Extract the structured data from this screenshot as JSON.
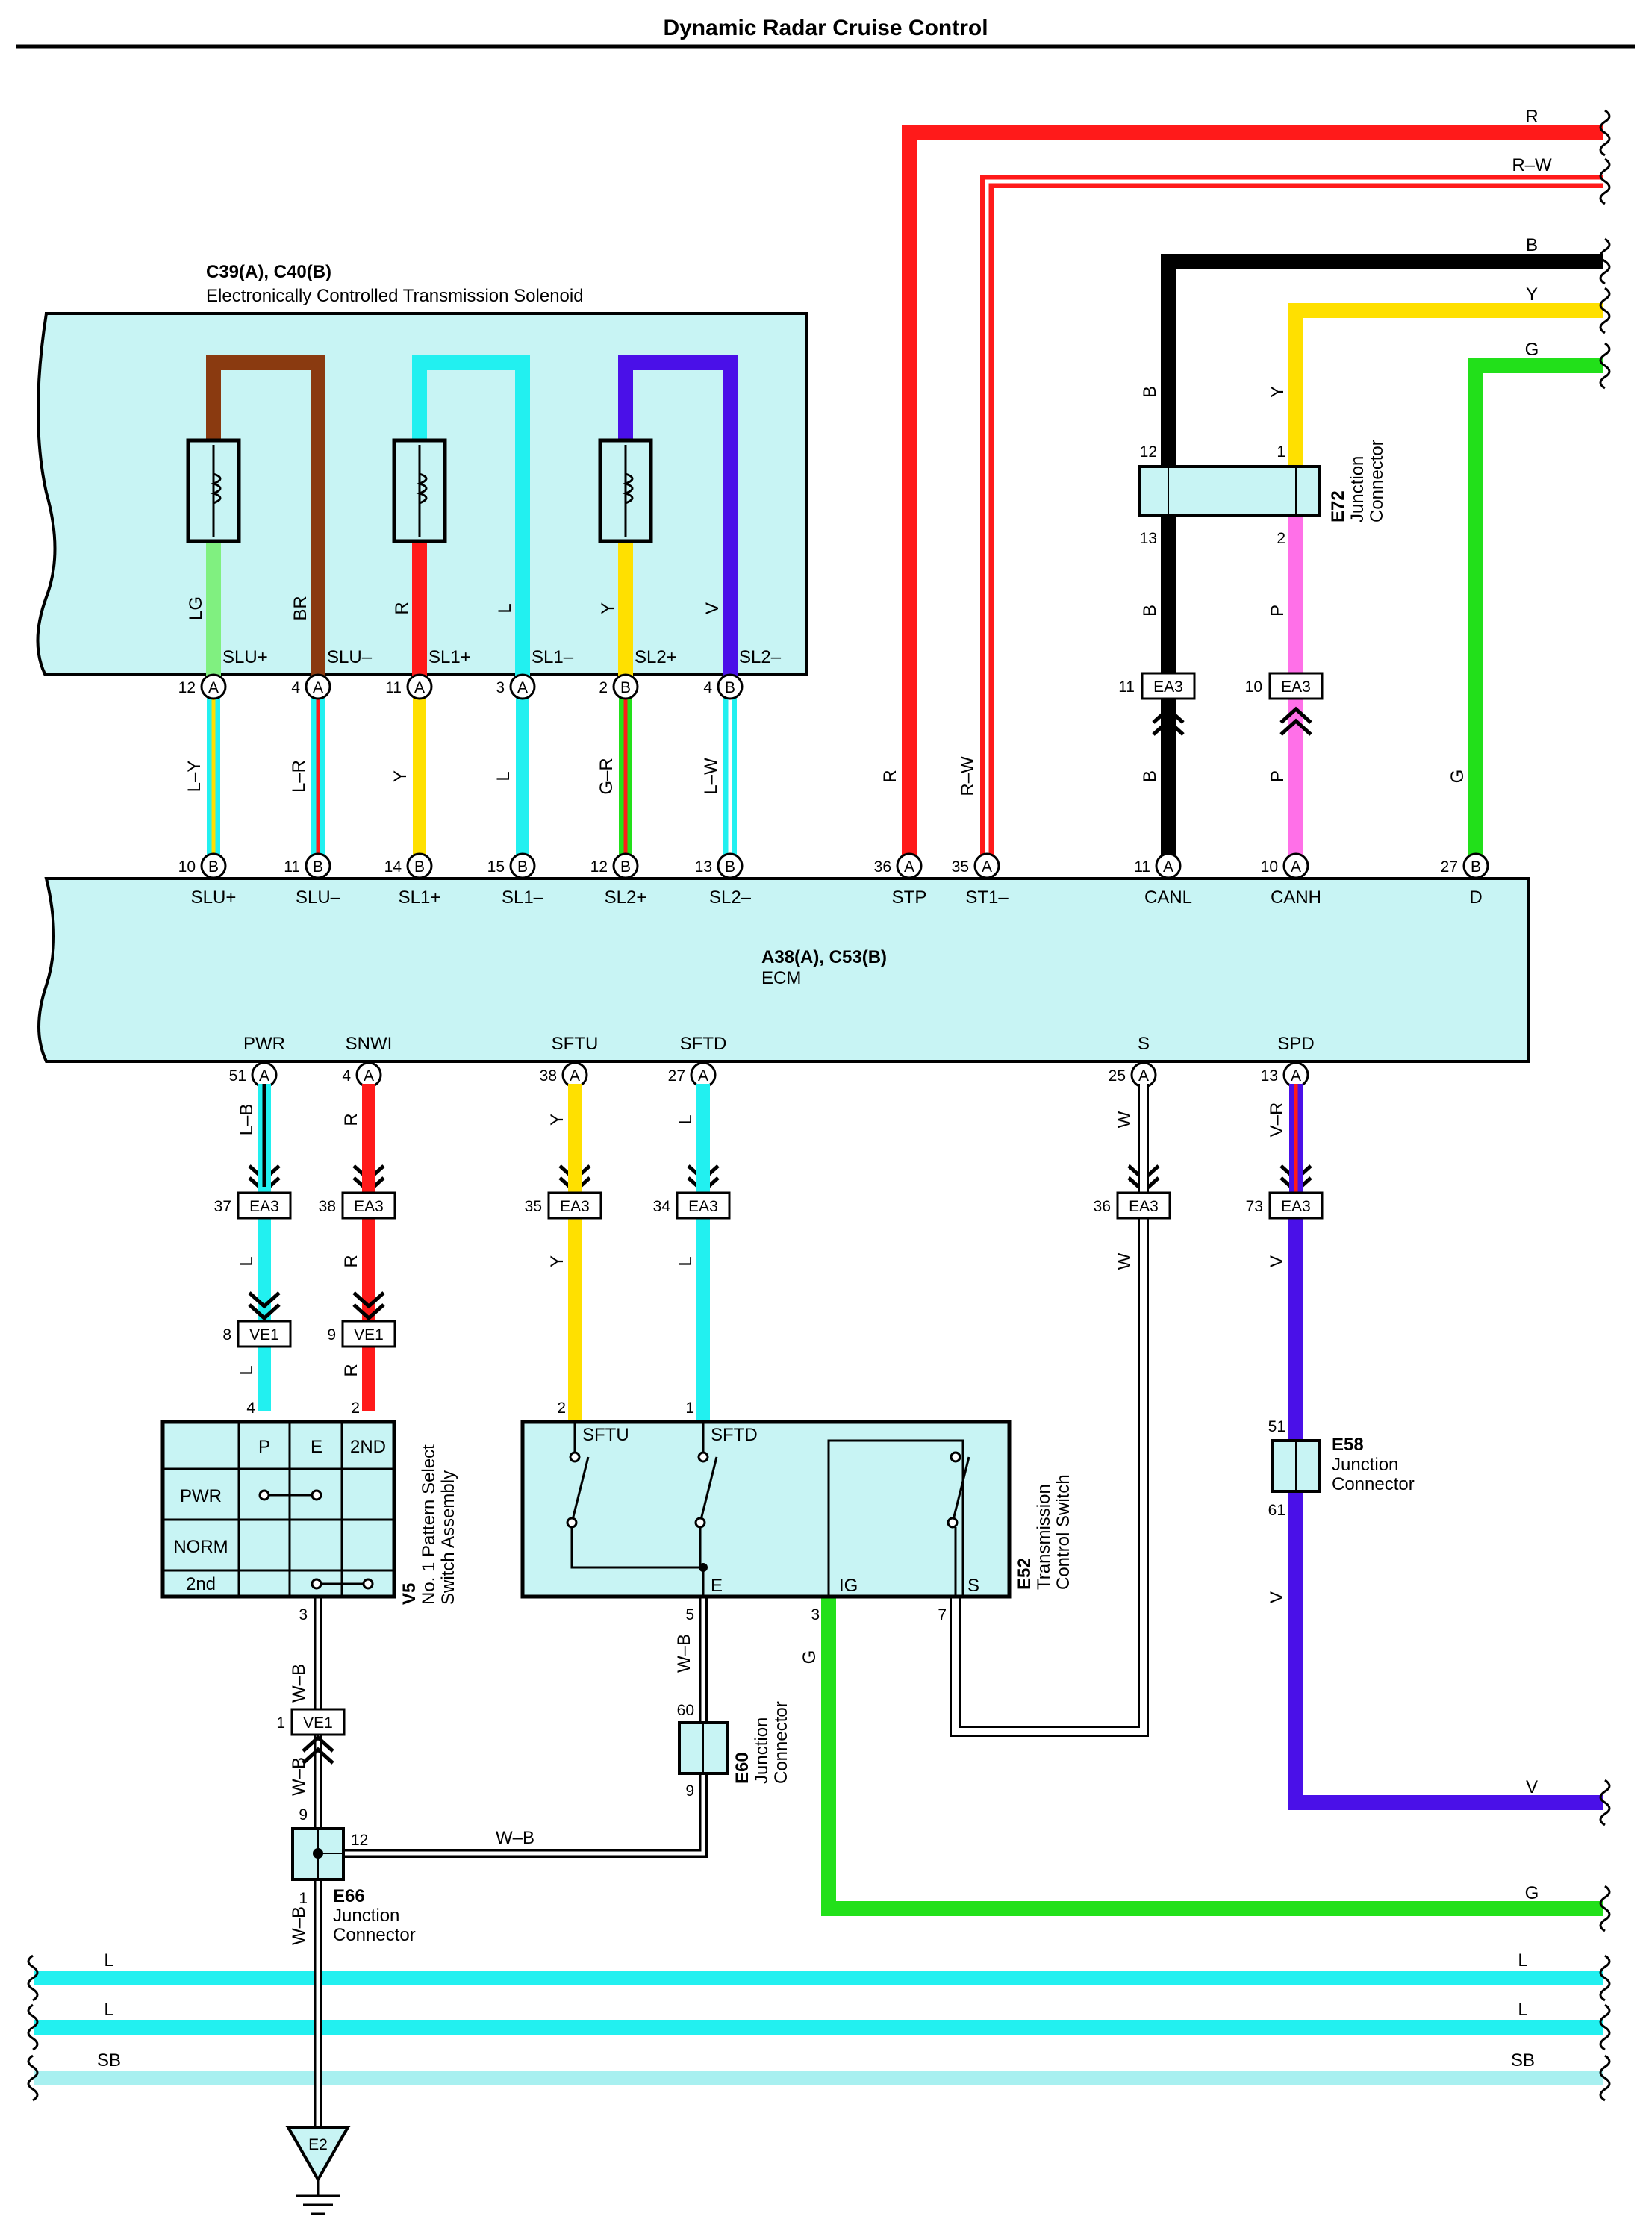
{
  "title": "Dynamic Radar Cruise Control",
  "colors": {
    "R": "#ff1a1a",
    "B": "#000000",
    "Y": "#ffe000",
    "G": "#22e01a",
    "L": "#22f0f0",
    "LG": "#80f080",
    "BR": "#8a3a10",
    "V": "#4a10e8",
    "P": "#ff70e8",
    "W": "#ffffff",
    "SB": "#a8f0f0",
    "box": "#c8f4f4"
  },
  "solenoid": {
    "ref": "C39(A), C40(B)",
    "name": "Electronically Controlled Transmission Solenoid",
    "terminals": [
      {
        "name": "SLU+",
        "pin": "12",
        "conn": "A",
        "wire": "LG"
      },
      {
        "name": "SLU–",
        "pin": "4",
        "conn": "A",
        "wire": "BR"
      },
      {
        "name": "SL1+",
        "pin": "11",
        "conn": "A",
        "wire": "R"
      },
      {
        "name": "SL1–",
        "pin": "3",
        "conn": "A",
        "wire": "L"
      },
      {
        "name": "SL2+",
        "pin": "2",
        "conn": "B",
        "wire": "Y"
      },
      {
        "name": "SL2–",
        "pin": "4",
        "conn": "B",
        "wire": "V"
      }
    ]
  },
  "ecm": {
    "ref": "A38(A), C53(B)",
    "name": "ECM",
    "top_terminals": [
      {
        "name": "SLU+",
        "pin": "10",
        "conn": "B",
        "wire": "L–Y"
      },
      {
        "name": "SLU–",
        "pin": "11",
        "conn": "B",
        "wire": "L–R"
      },
      {
        "name": "SL1+",
        "pin": "14",
        "conn": "B",
        "wire": "Y"
      },
      {
        "name": "SL1–",
        "pin": "15",
        "conn": "B",
        "wire": "L"
      },
      {
        "name": "SL2+",
        "pin": "12",
        "conn": "B",
        "wire": "G–R"
      },
      {
        "name": "SL2–",
        "pin": "13",
        "conn": "B",
        "wire": "L–W"
      },
      {
        "name": "STP",
        "pin": "36",
        "conn": "A",
        "wire": "R"
      },
      {
        "name": "ST1–",
        "pin": "35",
        "conn": "A",
        "wire": "R–W"
      },
      {
        "name": "CANL",
        "pin": "11",
        "conn": "A",
        "wire": "B"
      },
      {
        "name": "CANH",
        "pin": "10",
        "conn": "A",
        "wire": "P"
      },
      {
        "name": "D",
        "pin": "27",
        "conn": "B",
        "wire": "G"
      }
    ],
    "bottom_terminals": [
      {
        "name": "PWR",
        "pin": "51",
        "conn": "A",
        "wire": "L–B"
      },
      {
        "name": "SNWI",
        "pin": "4",
        "conn": "A",
        "wire": "R"
      },
      {
        "name": "SFTU",
        "pin": "38",
        "conn": "A",
        "wire": "Y"
      },
      {
        "name": "SFTD",
        "pin": "27",
        "conn": "A",
        "wire": "L"
      },
      {
        "name": "S",
        "pin": "25",
        "conn": "A",
        "wire": "W"
      },
      {
        "name": "SPD",
        "pin": "13",
        "conn": "A",
        "wire": "V–R"
      }
    ]
  },
  "right_wires": [
    {
      "label": "R"
    },
    {
      "label": "R–W"
    },
    {
      "label": "B"
    },
    {
      "label": "Y"
    },
    {
      "label": "G"
    },
    {
      "label": "V"
    },
    {
      "label": "G"
    }
  ],
  "e72": {
    "id": "E72",
    "name1": "Junction",
    "name2": "Connector",
    "pin_a_top": "12",
    "pin_a_bot": "13",
    "pin_b_top": "1",
    "pin_b_bot": "2",
    "wire_a_top": "B",
    "wire_a_bot": "B",
    "wire_b_top": "Y",
    "wire_b_bot": "P"
  },
  "ea3_top": [
    {
      "pin": "11",
      "label": "EA3",
      "wire_below": "B"
    },
    {
      "pin": "10",
      "label": "EA3",
      "wire_below": "P"
    }
  ],
  "ea3_bottom": [
    {
      "pin": "37",
      "label": "EA3",
      "wire": "L"
    },
    {
      "pin": "38",
      "label": "EA3",
      "wire": "R"
    },
    {
      "pin": "35",
      "label": "EA3",
      "wire": "Y"
    },
    {
      "pin": "34",
      "label": "EA3",
      "wire": "L"
    },
    {
      "pin": "36",
      "label": "EA3",
      "wire": "W"
    },
    {
      "pin": "73",
      "label": "EA3",
      "wire": "V"
    }
  ],
  "ve1": [
    {
      "pin": "8",
      "label": "VE1",
      "wire": "L"
    },
    {
      "pin": "9",
      "label": "VE1",
      "wire": "R"
    },
    {
      "pin": "1",
      "label": "VE1"
    }
  ],
  "v5": {
    "id": "V5",
    "name1": "No. 1 Pattern Select",
    "name2": "Switch Assembly",
    "pin_left": "4",
    "pin_right": "2",
    "pin_bottom": "3",
    "cols": [
      "P",
      "E",
      "2ND"
    ],
    "rows": [
      "PWR",
      "NORM",
      "2nd"
    ],
    "wire_bottom": "W–B",
    "wire_lower": "W–B"
  },
  "e52": {
    "id": "E52",
    "name1": "Transmission",
    "name2": "Control Switch",
    "pin_sftu": "2",
    "pin_sftd": "1",
    "pin_e": "5",
    "pin_ig": "3",
    "pin_s": "7",
    "sftu": "SFTU",
    "sftd": "SFTD",
    "e": "E",
    "ig": "IG",
    "s": "S",
    "wire_e": "W–B",
    "wire_ig": "G"
  },
  "e58": {
    "id": "E58",
    "name1": "Junction",
    "name2": "Connector",
    "pin_top": "51",
    "pin_bot": "61",
    "wire": "V"
  },
  "e60": {
    "id": "E60",
    "name1": "Junction",
    "name2": "Connector",
    "pin_top": "60",
    "pin_bot": "9"
  },
  "e66": {
    "id": "E66",
    "name1": "Junction",
    "name2": "Connector",
    "pin_top": "9",
    "pin_right": "12",
    "pin_bot": "1",
    "wire_right": "W–B",
    "wire_bot": "W–B"
  },
  "ground": {
    "label": "E2"
  },
  "bus_lines": [
    {
      "left": "L",
      "right": "L"
    },
    {
      "left": "L",
      "right": "L"
    },
    {
      "left": "SB",
      "right": "SB"
    }
  ]
}
